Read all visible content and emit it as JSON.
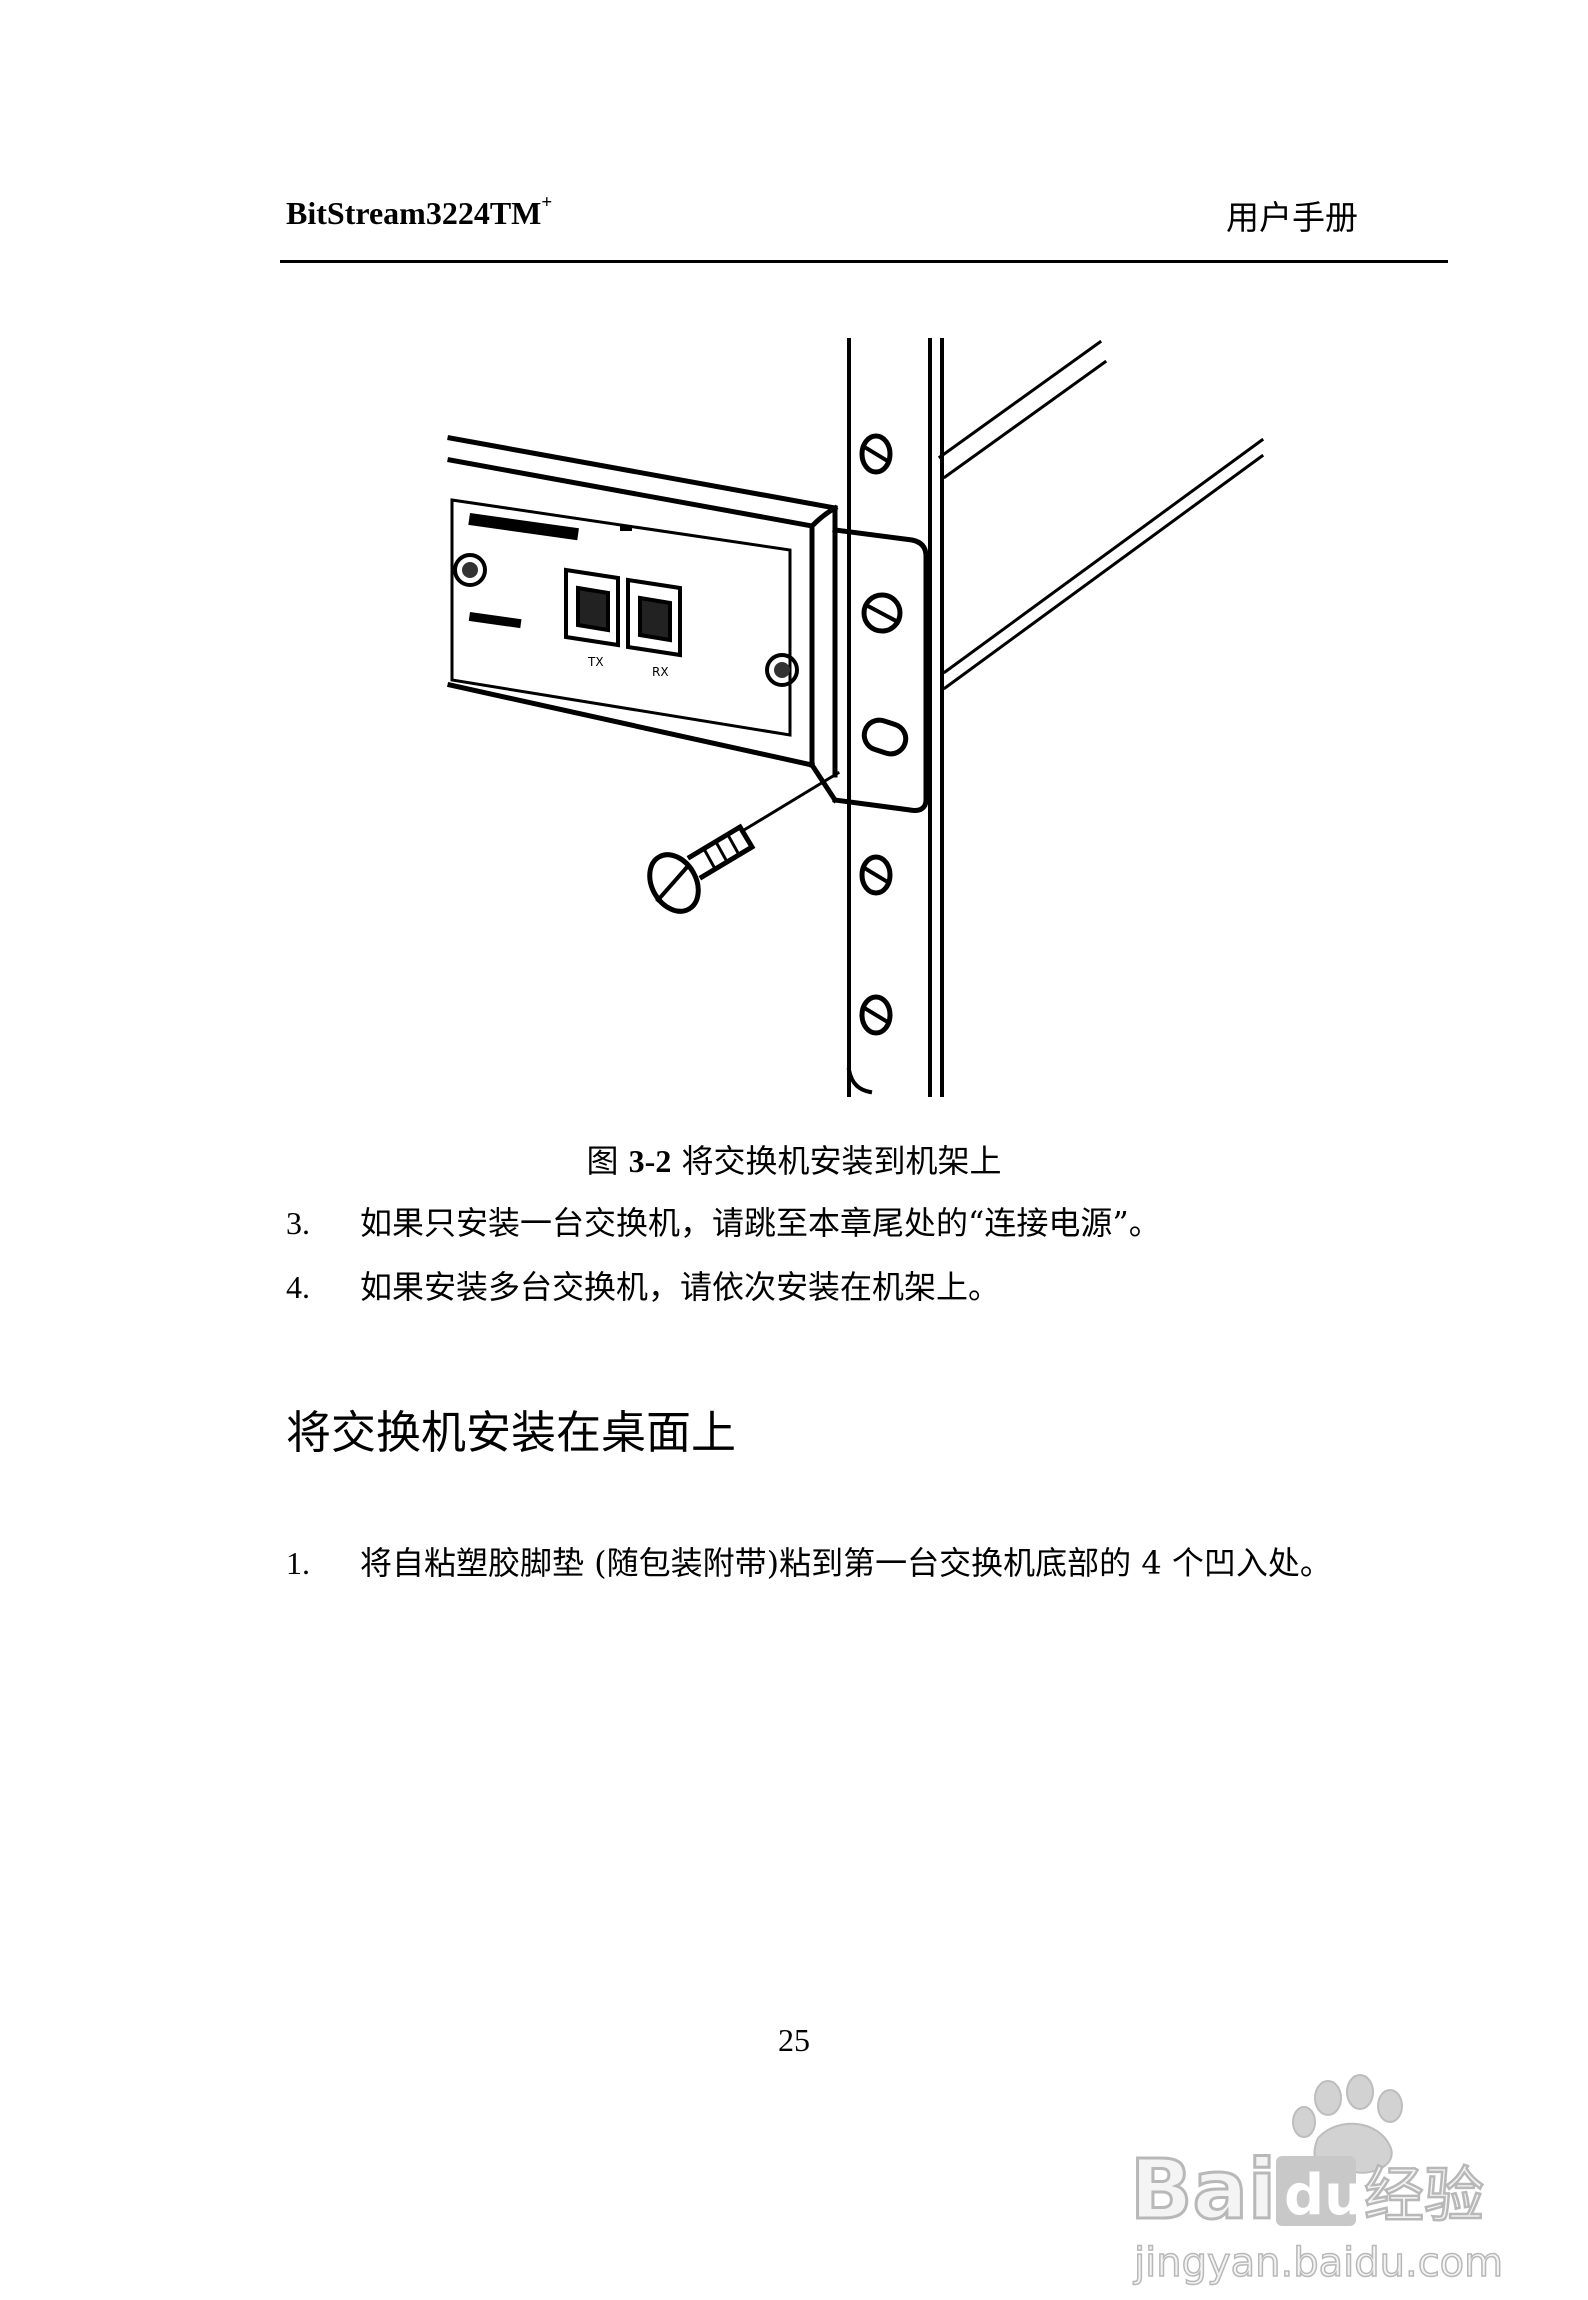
{
  "header": {
    "title": "BitStream3224TM",
    "title_sup": "+",
    "right": "用户手册"
  },
  "figure": {
    "caption_prefix": "图",
    "caption_number": "3-2",
    "caption_text": "将交换机安装到机架上",
    "port_tx": "TX",
    "port_rx": "RX"
  },
  "list_a": [
    {
      "num": "3.",
      "text": "如果只安装一台交换机，请跳至本章尾处的“连接电源”。"
    },
    {
      "num": "4.",
      "text": "如果安装多台交换机，请依次安装在机架上。"
    }
  ],
  "section_title": "将交换机安装在桌面上",
  "list_b": [
    {
      "num": "1.",
      "text": "将自粘塑胶脚垫 (随包装附带)粘到第一台交换机底部的 4 个凹入处。"
    }
  ],
  "page_number": "25",
  "watermark": {
    "brand": "Bai",
    "brand_du": "du",
    "brand_suffix": "经验",
    "url": "jingyan.baidu.com"
  },
  "colors": {
    "ink": "#000000",
    "watermark": "#c8c8c8"
  }
}
